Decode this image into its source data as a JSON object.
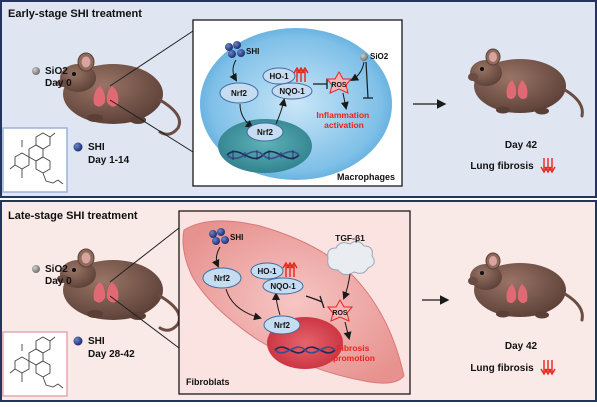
{
  "top_panel": {
    "title": "Early-stage SHI treatment",
    "sio2_label": "SiO2",
    "sio2_day": "Day 0",
    "shi_label": "SHI",
    "shi_day": "Day 1-14",
    "cell": {
      "shi": "SHI",
      "nrf2_cyto": "Nrf2",
      "nrf2_nucleus": "Nrf2",
      "ho1": "HO-1",
      "nqo1": "NQO-1",
      "ros": "ROS",
      "sio2": "SiO2",
      "outcome": "Inflammation activation",
      "cell_type": "Macrophages"
    },
    "result_day": "Day 42",
    "result": "Lung fibrosis"
  },
  "bottom_panel": {
    "title": "Late-stage SHI treatment",
    "sio2_label": "SiO2",
    "sio2_day": "Day 0",
    "shi_label": "SHI",
    "shi_day": "Day 28-42",
    "cell": {
      "shi": "SHI",
      "nrf2_cyto": "Nrf2",
      "nrf2_nucleus": "Nrf2",
      "ho1": "HO-1",
      "nqo1": "NQO-1",
      "ros": "ROS",
      "tgf": "TGF-β1",
      "outcome": "Fibrosis promotion",
      "cell_type": "Fibroblats"
    },
    "result_day": "Day 42",
    "result": "Lung fibrosis"
  },
  "colors": {
    "top_bg": "#dfe6f1",
    "bottom_bg": "#f9e9e7",
    "frame": "#25345d",
    "shi_dot": "#2a3f87",
    "sio2_dot": "#8a8a8a",
    "red": "#e8231b",
    "mouse": "#7b5a4f",
    "lung": "#e06a73"
  }
}
